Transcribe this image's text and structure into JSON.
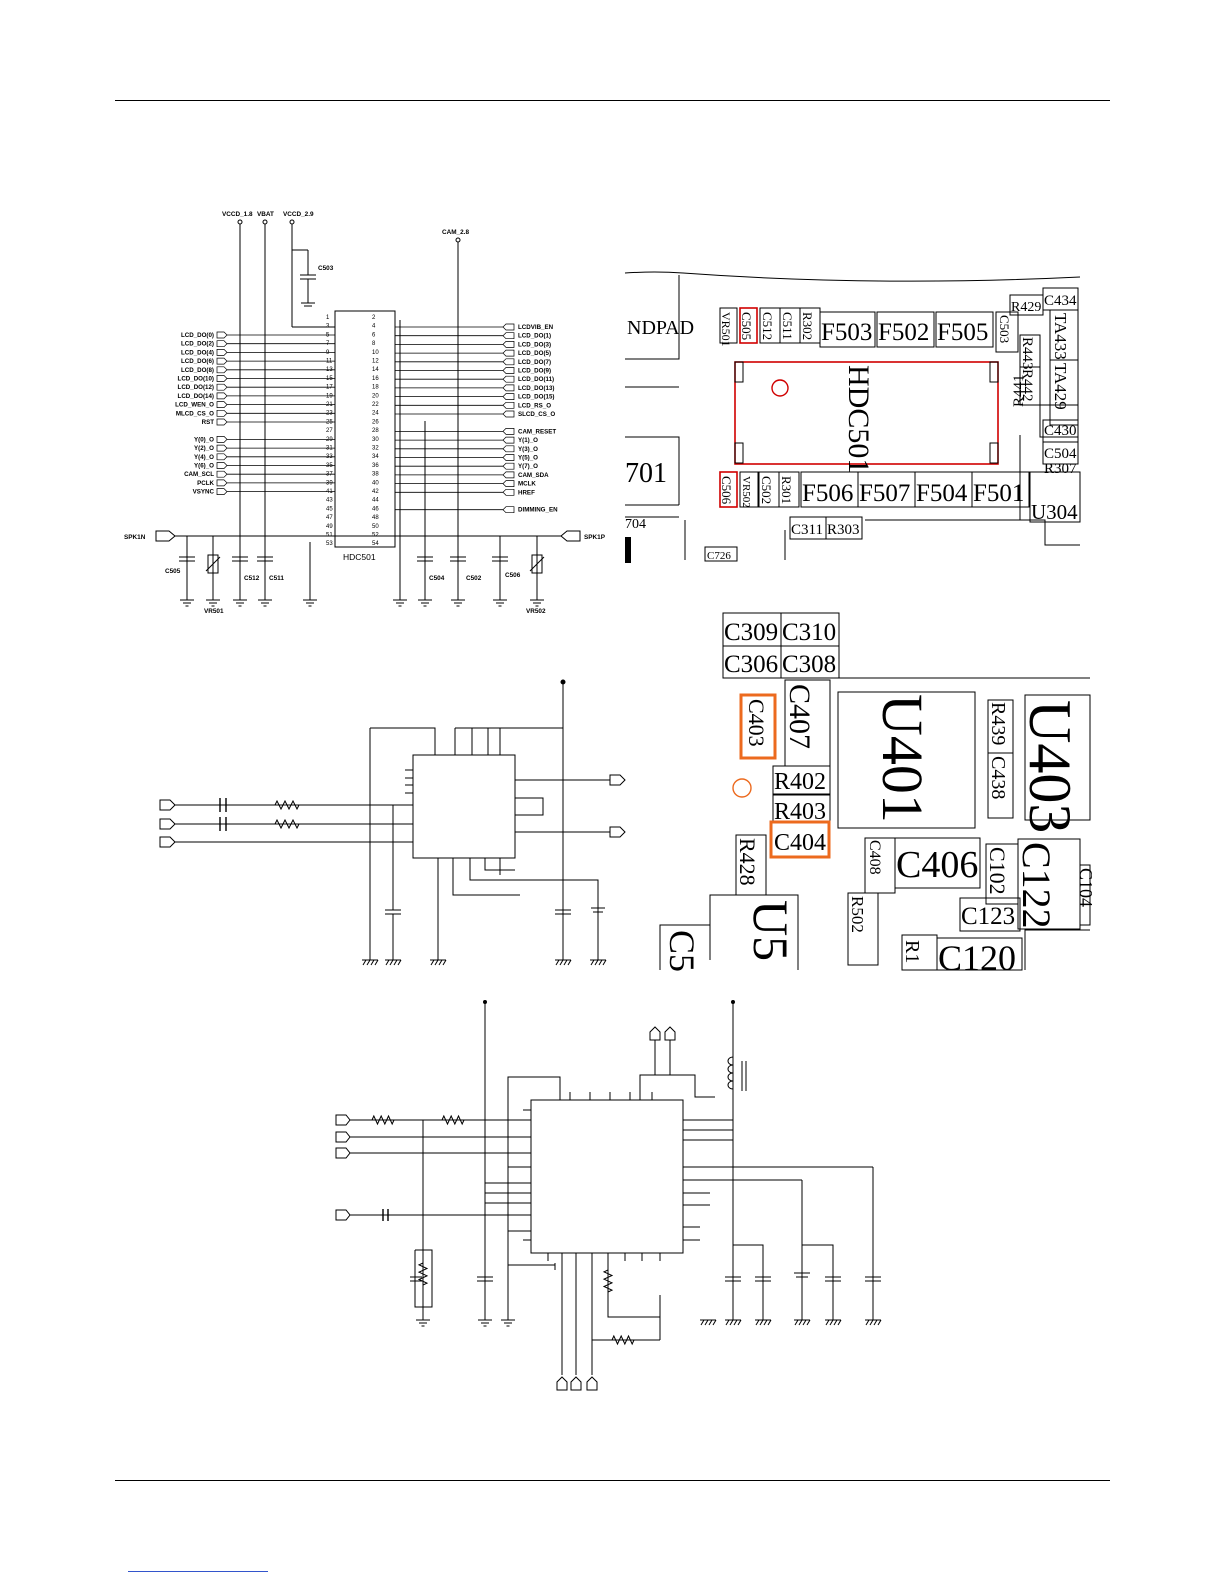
{
  "schematic1": {
    "supplies": [
      "VCCD_1.8",
      "VBAT",
      "VCCD_2.9",
      "CAM_2.8"
    ],
    "cap_top": "C503",
    "left_nets": [
      "LCD_DO(0)",
      "LCD_DO(2)",
      "LCD_DO(4)",
      "LCD_DO(6)",
      "LCD_DO(8)",
      "LCD_DO(10)",
      "LCD_DO(12)",
      "LCD_DO(14)",
      "LCD_WEN_O",
      "MLCD_CS_O",
      "RST",
      "Y(0)_O",
      "Y(2)_O",
      "Y(4)_O",
      "Y(6)_O",
      "CAM_SCL",
      "PCLK",
      "VSYNC"
    ],
    "right_nets": [
      "LCDVIB_EN",
      "LCD_DO(1)",
      "LCD_DO(3)",
      "LCD_DO(5)",
      "LCD_DO(7)",
      "LCD_DO(9)",
      "LCD_DO(11)",
      "LCD_DO(13)",
      "LCD_DO(15)",
      "LCD_RS_O",
      "SLCD_CS_O",
      "CAM_RESET",
      "Y(1)_O",
      "Y(3)_O",
      "Y(5)_O",
      "Y(7)_O",
      "CAM_SDA",
      "MCLK",
      "HREF",
      "DIMMING_EN"
    ],
    "pins_left": [
      "1",
      "3",
      "5",
      "7",
      "9",
      "11",
      "13",
      "15",
      "17",
      "19",
      "21",
      "23",
      "25",
      "27",
      "29",
      "31",
      "33",
      "35",
      "37",
      "39",
      "41",
      "43",
      "45",
      "47",
      "49",
      "51",
      "53"
    ],
    "pins_right": [
      "2",
      "4",
      "6",
      "8",
      "10",
      "12",
      "14",
      "16",
      "18",
      "20",
      "22",
      "24",
      "26",
      "28",
      "30",
      "32",
      "34",
      "36",
      "38",
      "40",
      "42",
      "44",
      "46",
      "48",
      "50",
      "52",
      "54"
    ],
    "spk_n": "SPK1N",
    "spk_p": "SPK1P",
    "connector": "HDC501",
    "bottom_parts": [
      "C505",
      "VR501",
      "C512",
      "C511",
      "C504",
      "C502",
      "C506",
      "VR502"
    ]
  },
  "pcb1": {
    "pad_label": "NDPAD",
    "top_row": [
      "VR501",
      "C505",
      "C512",
      "C511",
      "R302"
    ],
    "fuses_top": [
      "F503",
      "F502",
      "F505"
    ],
    "side_small": [
      "C503",
      "R429",
      "C434",
      "TA433",
      "TA429",
      "R443",
      "R442",
      "R441",
      "C430",
      "C504",
      "R307"
    ],
    "connector": "HDC501",
    "bottom_small": [
      "C506",
      "VR502",
      "C502",
      "R301"
    ],
    "fuses_bottom": [
      "F506",
      "F507",
      "F504",
      "F501"
    ],
    "left_labels": [
      "701",
      "704"
    ],
    "misc": [
      "C311",
      "R303",
      "U304",
      "C726"
    ]
  },
  "pcb2": {
    "caps_grid": [
      "C309",
      "C310",
      "C306",
      "C308"
    ],
    "parts": [
      "C403",
      "C407",
      "U401",
      "R439",
      "C438",
      "R402",
      "R403",
      "C404",
      "R428",
      "C408",
      "C406",
      "C102",
      "C122",
      "C123",
      "R502",
      "C120",
      "U5",
      "C5",
      "R1",
      "C104",
      "U403"
    ]
  }
}
